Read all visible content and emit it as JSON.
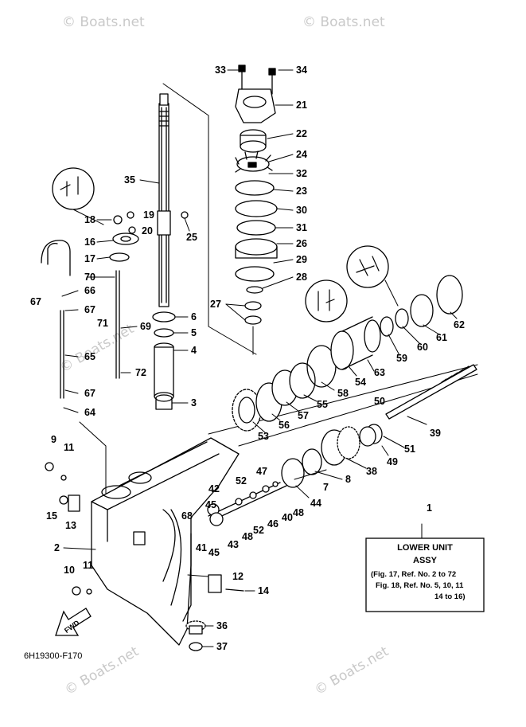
{
  "watermark": {
    "text": "© Boats.net"
  },
  "figure_code": "6H19300-F170",
  "fwd_label": "FWD",
  "info_box": {
    "title": "LOWER UNIT",
    "subtitle": "ASSY",
    "line1": "(Fig. 17, Ref. No. 2 to 72",
    "line2": "Fig. 18, Ref. No. 5, 10, 11",
    "line3": "14 to 16)"
  },
  "callouts": [
    "1",
    "2",
    "3",
    "4",
    "5",
    "6",
    "7",
    "8",
    "9",
    "10",
    "11",
    "12",
    "13",
    "14",
    "15",
    "16",
    "17",
    "18",
    "19",
    "20",
    "21",
    "22",
    "23",
    "24",
    "25",
    "26",
    "27",
    "28",
    "29",
    "30",
    "31",
    "32",
    "33",
    "34",
    "35",
    "36",
    "37",
    "38",
    "39",
    "40",
    "41",
    "42",
    "43",
    "44",
    "45",
    "46",
    "47",
    "48",
    "49",
    "50",
    "51",
    "52",
    "53",
    "54",
    "55",
    "56",
    "57",
    "58",
    "59",
    "60",
    "61",
    "62",
    "63",
    "64",
    "65",
    "66",
    "67",
    "68",
    "69",
    "70",
    "71",
    "72"
  ],
  "colors": {
    "ink": "#000000",
    "watermark": "#c9c9c9",
    "background": "#ffffff"
  }
}
